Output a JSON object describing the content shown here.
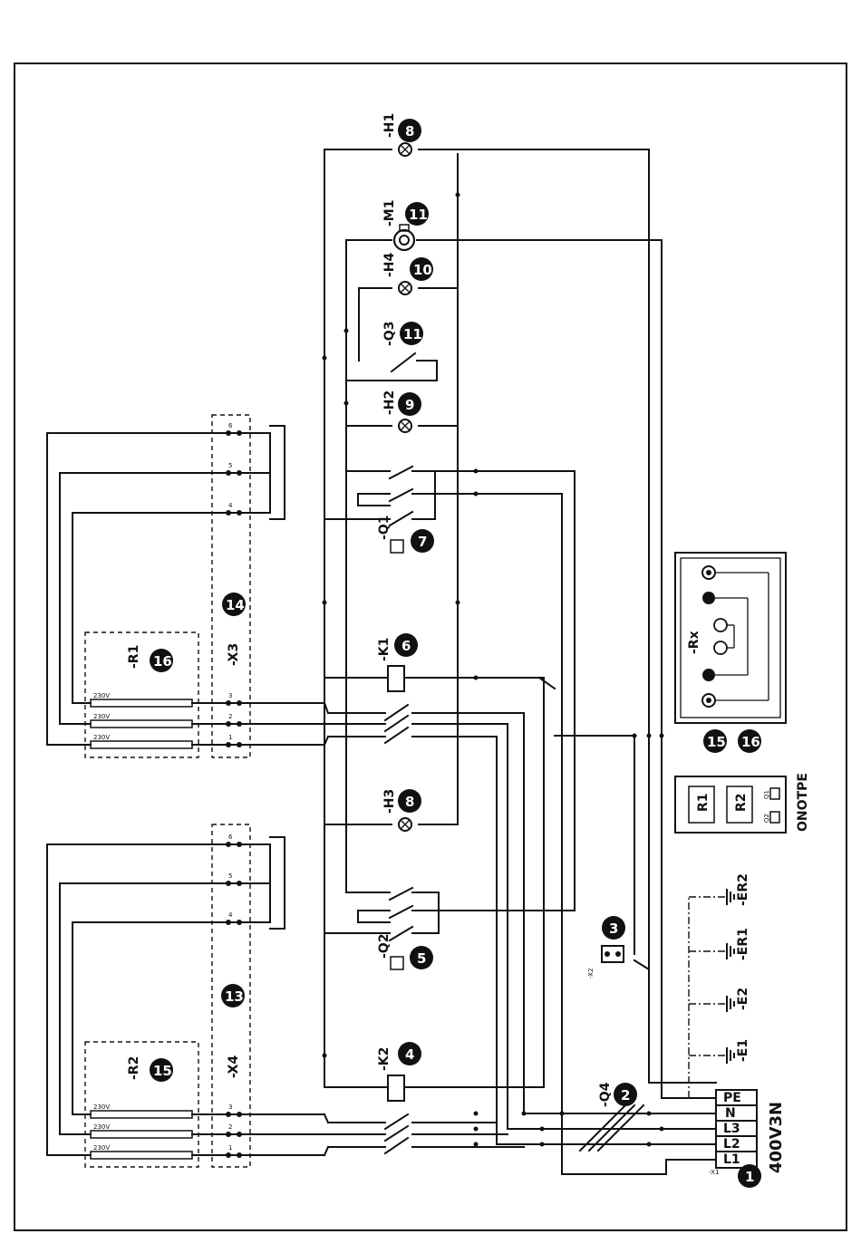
{
  "supply": {
    "label": "400V3N",
    "terminal_name": "-X1",
    "terminals": [
      "L1",
      "L2",
      "L3",
      "N",
      "PE"
    ]
  },
  "components": {
    "H1": "-H1",
    "M1": "-M1",
    "H4": "-H4",
    "Q3": "-Q3",
    "H2": "-H2",
    "Q1": "-Q1",
    "K1": "-K1",
    "H3": "-H3",
    "Q2": "-Q2",
    "K2": "-K2",
    "Q4": "-Q4",
    "X2": "-X2",
    "R1": "-R1",
    "R2": "-R2",
    "X3": "-X3",
    "X4": "-X4",
    "E1": "-E1",
    "E2": "-E2",
    "ER1": "-ER1",
    "ER2": "-ER2",
    "Rx": "-Rx"
  },
  "heater_voltage": "230V",
  "panel": {
    "label": "ONOTPE",
    "r1": "R1",
    "r2": "R2",
    "q1": "Q1",
    "q2": "Q2"
  },
  "badges": {
    "b1": "1",
    "b2": "2",
    "b3": "3",
    "b4": "4",
    "b5": "5",
    "b6": "6",
    "b7": "7",
    "b8a": "8",
    "b8b": "8",
    "b9": "9",
    "b10": "10",
    "b11a": "11",
    "b11b": "11",
    "b13": "13",
    "b14": "14",
    "b15a": "15",
    "b16a": "16",
    "b15b": "15",
    "b16b": "16"
  },
  "pin_labels": {
    "p1": "1",
    "p2": "2",
    "p3": "3",
    "p4": "4",
    "p5": "5",
    "p6": "6"
  }
}
